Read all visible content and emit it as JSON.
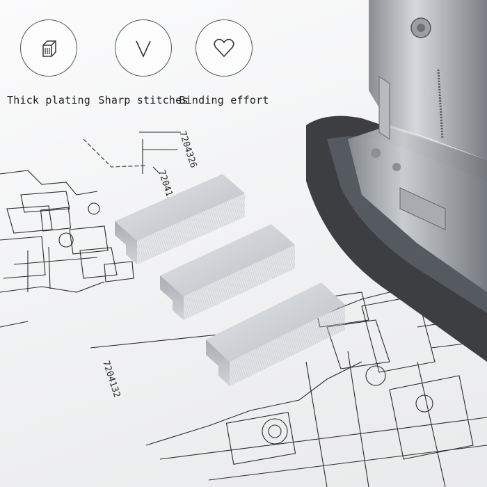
{
  "features": [
    {
      "label": "Thick plating",
      "icon": "staple-box-icon"
    },
    {
      "label": "Sharp stitches",
      "icon": "checkmark-v-icon"
    },
    {
      "label": "Binding effort",
      "icon": "heart-icon"
    }
  ],
  "drawing_labels": [
    "7204326",
    "7204129",
    "7204132"
  ],
  "colors": {
    "background": "#f4f5f6",
    "line": "#2a2a2a",
    "staple": "#c9ccd0",
    "stapler_base": "#3c3e42"
  }
}
